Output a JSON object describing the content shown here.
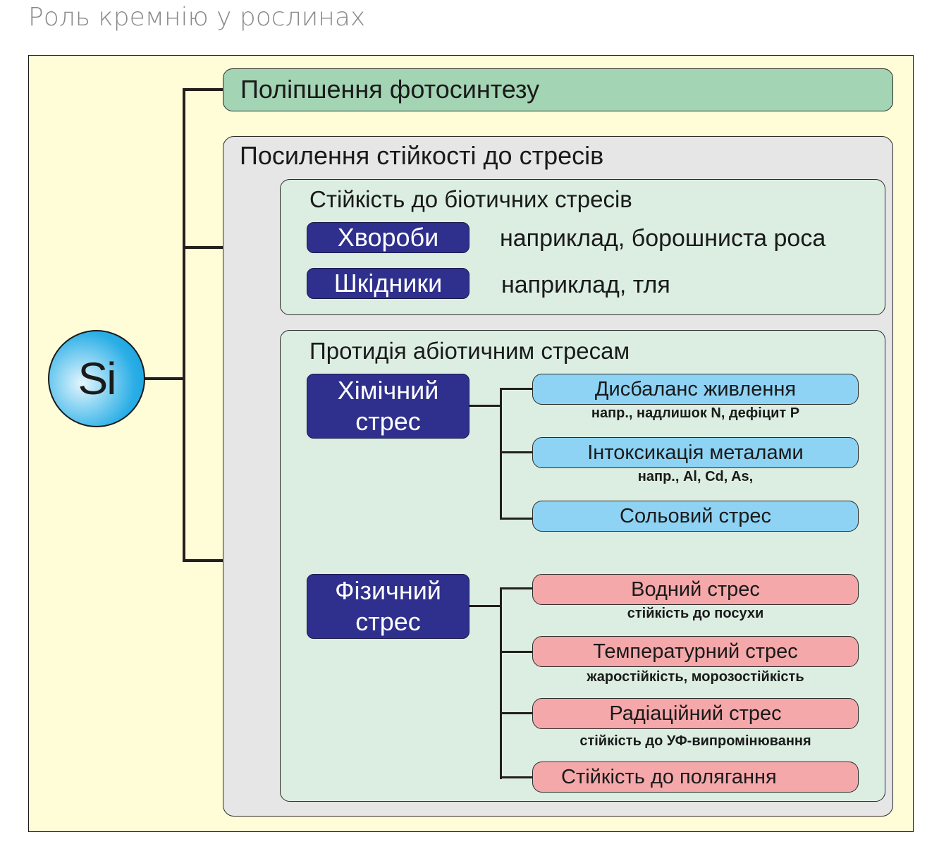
{
  "title": "Роль кремнію у рослинах",
  "root": {
    "label": "Si",
    "icon": "silicon-atom-circle"
  },
  "colors": {
    "frame_bg": "#fffcd8",
    "green_box": "#a3d4b3",
    "gray_box": "#e6e6e6",
    "mint_box": "#dceee2",
    "dark_blue": "#2f2f8e",
    "light_blue": "#8ed3f4",
    "pink": "#f5a8aa",
    "si_circle": "#2aaee6"
  },
  "photosynthesis": {
    "label": "Поліпшення фотосинтезу"
  },
  "stress_resistance": {
    "label": "Посилення стійкості до стресів",
    "biotic": {
      "label": "Стійкість до біотичних стресів",
      "items": [
        {
          "label": "Хвороби",
          "example": "наприклад, борошниста роса"
        },
        {
          "label": "Шкідники",
          "example": "наприклад, тля"
        }
      ]
    },
    "abiotic": {
      "label": "Протидія абіотичним стресам",
      "chemical": {
        "label_line1": "Хімічний",
        "label_line2": "стрес",
        "items": [
          {
            "label": "Дисбаланс живлення",
            "note": "напр., надлишок N, дефіцит P"
          },
          {
            "label": "Інтоксикація металами",
            "note": "напр., Al, Cd, As,"
          },
          {
            "label": "Сольовий стрес",
            "note": ""
          }
        ]
      },
      "physical": {
        "label_line1": "Фізичний",
        "label_line2": "стрес",
        "items": [
          {
            "label": "Водний стрес",
            "note": "стійкість до посухи"
          },
          {
            "label": "Температурний стрес",
            "note": "жаростійкість, морозостійкість"
          },
          {
            "label": "Радіаційний стрес",
            "note": "стійкість до УФ-випромінювання"
          },
          {
            "label": "Стійкість до полягання",
            "note": ""
          }
        ]
      }
    }
  }
}
